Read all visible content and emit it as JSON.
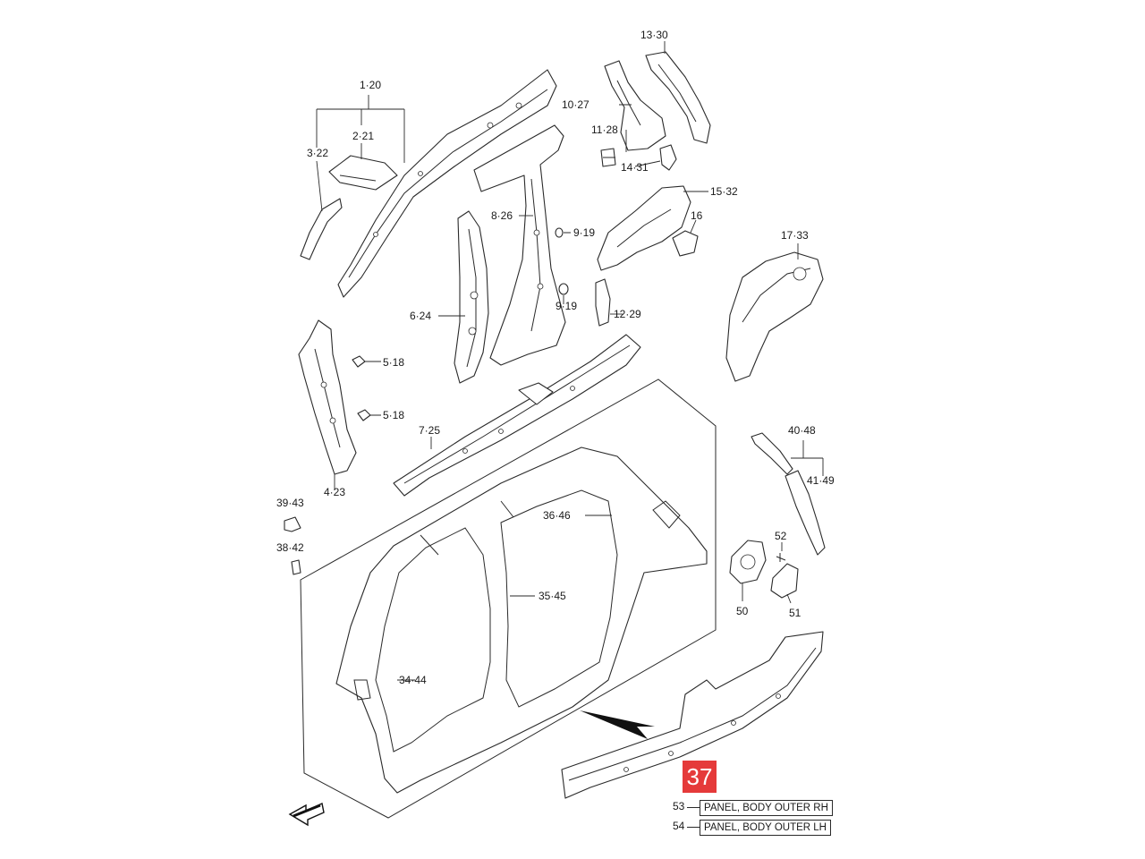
{
  "callouts": {
    "c_1_20": "1·20",
    "c_2_21": "2·21",
    "c_3_22": "3·22",
    "c_4_23": "4·23",
    "c_5_18a": "5·18",
    "c_5_18b": "5·18",
    "c_6_24": "6·24",
    "c_7_25": "7·25",
    "c_8_26": "8·26",
    "c_9_19a": "9·19",
    "c_9_19b": "9·19",
    "c_10_27": "10·27",
    "c_11_28": "11·28",
    "c_12_29": "12·29",
    "c_13_30": "13·30",
    "c_14_31": "14·31",
    "c_15_32": "15·32",
    "c_16": "16",
    "c_17_33": "17·33",
    "c_34_44": "34·44",
    "c_35_45": "35·45",
    "c_36_46": "36·46",
    "c_38_42": "38·42",
    "c_39_43": "39·43",
    "c_40_48": "40·48",
    "c_41_49": "41·49",
    "c_50": "50",
    "c_51": "51",
    "c_52": "52"
  },
  "highlight": {
    "number": "37",
    "color": "#e53a3a"
  },
  "legend": [
    {
      "number": "53",
      "label": "PANEL, BODY OUTER RH"
    },
    {
      "number": "54",
      "label": "PANEL, BODY OUTER LH"
    }
  ],
  "icons": {
    "front_arrow": "arrow-front-icon"
  }
}
